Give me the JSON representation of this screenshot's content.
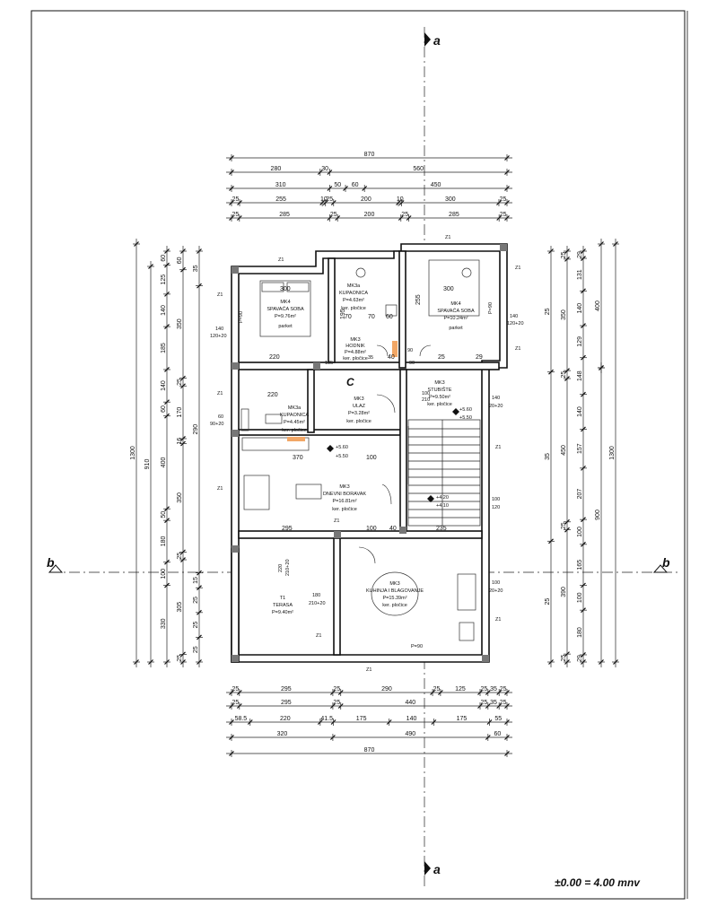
{
  "level_note": "±0.00 = 4.00 mnv",
  "section_marks": {
    "a": "a",
    "b": "b",
    "c": "C"
  },
  "rooms": [
    {
      "id": "mk4_spavaca_1",
      "code": "MK4",
      "name": "SPAVAĆA SOBA",
      "area": "P=9.76m²",
      "finish": "parket"
    },
    {
      "id": "mk3a_kupaonica",
      "code": "MK3a",
      "name": "KUPAONICA",
      "area": "P=4.63m²",
      "finish": "ker. pločice"
    },
    {
      "id": "mk4_spavaca_2",
      "code": "MK4",
      "name": "SPAVAĆA SOBA",
      "area": "P=10.24m²",
      "finish": "parket"
    },
    {
      "id": "mk3_hodnik",
      "code": "MK3",
      "name": "HODNIK",
      "area": "P=4.88m²",
      "finish": "ker. pločice"
    },
    {
      "id": "mk3_stubiste",
      "code": "MK3",
      "name": "STUBIŠTE",
      "area": "P=9.50m²",
      "finish": "ker. pločice"
    },
    {
      "id": "mk3a_kupaonica_2",
      "code": "MK3a",
      "name": "KUPAONICA",
      "area": "P=4.45m²",
      "finish": "ker. pločice"
    },
    {
      "id": "mk3_ulaz",
      "code": "MK3",
      "name": "ULAZ",
      "area": "P=3.28m²",
      "finish": "ker. pločice"
    },
    {
      "id": "mk3_dnevni",
      "code": "MK3",
      "name": "DNEVNI BORAVAK",
      "area": "P=16.81m²",
      "finish": "ker. pločice"
    },
    {
      "id": "t1_terasa",
      "code": "T1",
      "name": "TERASA",
      "area": "P=9.40m²",
      "finish": ""
    },
    {
      "id": "mk3_kuhinja",
      "code": "MK3",
      "name": "KUHINJA I BLAGOVANJE",
      "area": "P=15.39m²",
      "finish": "ker. pločice"
    }
  ],
  "levels": [
    "+5.60",
    "+5.50",
    "+5.60",
    "+5.50",
    "+4.20",
    "+4.10"
  ],
  "dims_top_rows": [
    [
      "870"
    ],
    [
      "280",
      "30",
      "560"
    ],
    [
      "310",
      "50",
      "60",
      "450"
    ],
    [
      "25",
      "255",
      "10",
      "25",
      "200",
      "10",
      "300",
      "25"
    ],
    [
      "25",
      "285",
      "25",
      "200",
      "25",
      "285",
      "25"
    ]
  ],
  "dims_bottom_rows": [
    [
      "25",
      "295",
      "25",
      "290",
      "25",
      "125",
      "25",
      "35",
      "25"
    ],
    [
      "25",
      "295",
      "25",
      "440",
      "25",
      "35",
      "25"
    ],
    [
      "58.5",
      "220",
      "41.5",
      "175",
      "140",
      "175",
      "55"
    ],
    [
      "320",
      "490",
      "60"
    ],
    [
      "870"
    ]
  ],
  "dims_left_total": "1300",
  "dims_left_mid": "910",
  "dims_left_cols": [
    [
      "60",
      "125",
      "140",
      "185",
      "140",
      "60",
      "400",
      "50",
      "180",
      "100",
      "330"
    ],
    [
      "60",
      "350",
      "25",
      "170",
      "16",
      "350",
      "25",
      "305",
      "25"
    ],
    [
      "35",
      "290",
      "15",
      "25",
      "25",
      "25"
    ]
  ],
  "dims_right_total": "1300",
  "dims_right_mid": "900",
  "dims_right_upper": "400",
  "dims_right_cols": [
    [
      "29",
      "131",
      "140",
      "129",
      "148",
      "140",
      "157",
      "207",
      "100",
      "165",
      "100",
      "180",
      "29"
    ],
    [
      "25",
      "350",
      "25",
      "450",
      "25",
      "390",
      "25"
    ],
    [
      "25",
      "35",
      "25"
    ]
  ],
  "openings": [
    "140",
    "120+20",
    "P=90",
    "60",
    "90+20",
    "100",
    "120",
    "100",
    "20+20",
    "140",
    "20+20",
    "180",
    "210+20",
    "P=90",
    "140",
    "120+20",
    "P=90",
    "220",
    "210+20"
  ],
  "wall_labels": [
    "Z1",
    "Z1",
    "Z1",
    "Z1",
    "Z1",
    "Z1",
    "Z1",
    "Z1",
    "Z1",
    "Z1",
    "Z1",
    "Z1"
  ],
  "interior_dims": [
    "300",
    "300",
    "220",
    "220",
    "370",
    "100",
    "295",
    "100",
    "40",
    "235",
    "255",
    "195",
    "70",
    "70",
    "60",
    "40",
    "135",
    "35",
    "25",
    "29",
    "90",
    "90",
    "100",
    "210"
  ]
}
